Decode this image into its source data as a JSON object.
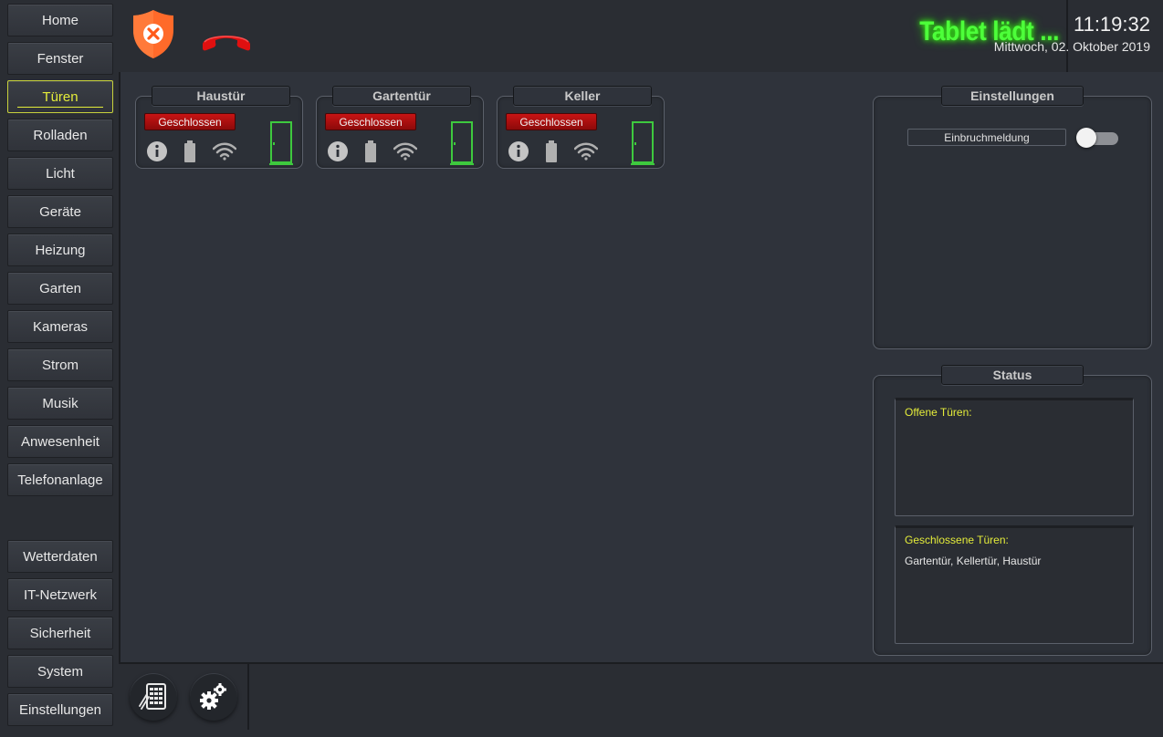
{
  "sidebar": {
    "items": [
      {
        "label": "Home",
        "active": false
      },
      {
        "label": "Fenster",
        "active": false
      },
      {
        "label": "Türen",
        "active": true
      },
      {
        "label": "Rolladen",
        "active": false
      },
      {
        "label": "Licht",
        "active": false
      },
      {
        "label": "Geräte",
        "active": false
      },
      {
        "label": "Heizung",
        "active": false
      },
      {
        "label": "Garten",
        "active": false
      },
      {
        "label": "Kameras",
        "active": false
      },
      {
        "label": "Strom",
        "active": false
      },
      {
        "label": "Musik",
        "active": false
      },
      {
        "label": "Anwesenheit",
        "active": false
      },
      {
        "label": "Telefonanlage",
        "active": false
      }
    ],
    "bottom_items": [
      {
        "label": "Wetterdaten"
      },
      {
        "label": "IT-Netzwerk"
      },
      {
        "label": "Sicherheit"
      },
      {
        "label": "System"
      },
      {
        "label": "Einstellungen"
      }
    ]
  },
  "header": {
    "security_icon": "shield-x-icon",
    "phone_icon": "phone-hangup-icon",
    "tablet_status": "Tablet lädt ...",
    "time": "11:19:32",
    "date": "Mittwoch, 02. Oktober 2019"
  },
  "doors": [
    {
      "name": "Haustür",
      "state": "Geschlossen"
    },
    {
      "name": "Gartentür",
      "state": "Geschlossen"
    },
    {
      "name": "Keller",
      "state": "Geschlossen"
    }
  ],
  "settings": {
    "title": "Einstellungen",
    "alarm_label": "Einbruchmeldung",
    "alarm_enabled": false
  },
  "status": {
    "title": "Status",
    "open_label": "Offene Türen:",
    "open_value": "",
    "closed_label": "Geschlossene Türen:",
    "closed_value": "Gartentür, Kellertür, Haustür"
  },
  "bottom_bar": {
    "buttons": [
      "keypad-icon",
      "settings-gears-icon"
    ]
  },
  "colors": {
    "accent": "#e4ec3a",
    "status_text": "#4dff3a",
    "closed_badge": "#c81414",
    "door_icon": "#3ec93e"
  }
}
